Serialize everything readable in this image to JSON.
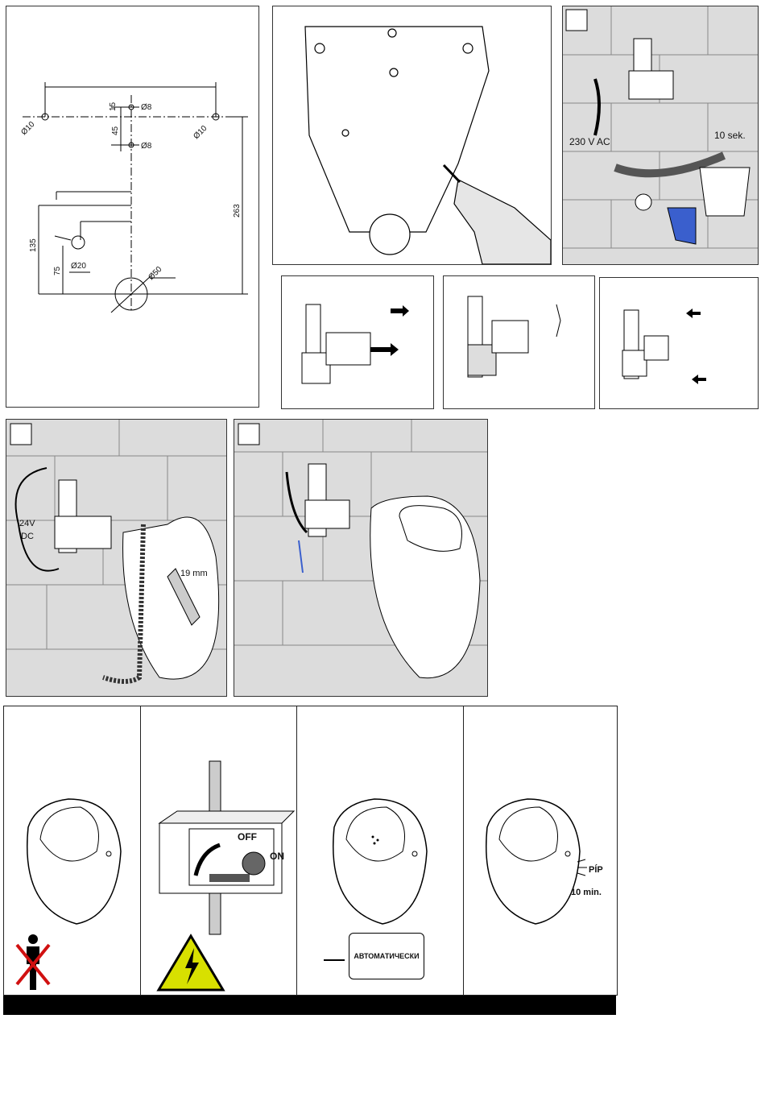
{
  "dimensions": {
    "d10_left": "Ø10",
    "d10_right": "Ø10",
    "d8_top": "Ø8",
    "d8_mid": "Ø8",
    "d20": "Ø20",
    "d50": "Ø50",
    "v15": "15",
    "v45": "45",
    "v263": "263",
    "v135": "135",
    "v75": "75"
  },
  "wiring": {
    "voltage_ac": "230 V AC",
    "flush_time": "10 sek.",
    "voltage_dc_line1": "24V",
    "voltage_dc_line2": "DC",
    "wrench_size": "19 mm"
  },
  "operation": {
    "switch_off": "OFF",
    "switch_on": "ON",
    "auto_label": "АВТОМАТИЧЕСКИ",
    "beep": "PÍP",
    "beep_interval": "10 min."
  },
  "colors": {
    "wall": "#dcdcdc",
    "accent_blue": "#3a5fcd",
    "warning_yellow": "#d8e000",
    "stop_red": "#d01010"
  }
}
